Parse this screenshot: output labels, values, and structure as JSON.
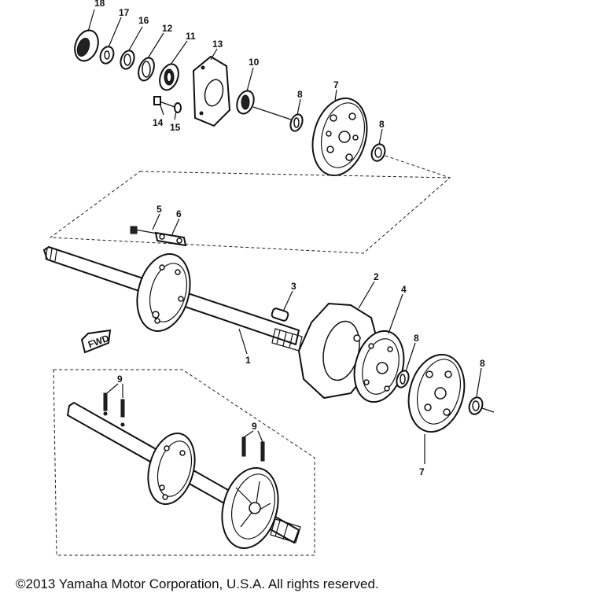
{
  "callouts": {
    "c1": "1",
    "c2": "2",
    "c3": "3",
    "c4": "4",
    "c5": "5",
    "c6": "6",
    "c7a": "7",
    "c7b": "7",
    "c8a": "8",
    "c8b": "8",
    "c8c": "8",
    "c8d": "8",
    "c9a": "9",
    "c9b": "9",
    "c10": "10",
    "c11": "11",
    "c12": "12",
    "c13": "13",
    "c14": "14",
    "c15": "15",
    "c16": "16",
    "c17": "17",
    "c18": "18"
  },
  "fwd_mark": "FWD",
  "footer": {
    "copyright": "©2013 Yamaha Motor Corporation, U.S.A. All rights reserved."
  }
}
